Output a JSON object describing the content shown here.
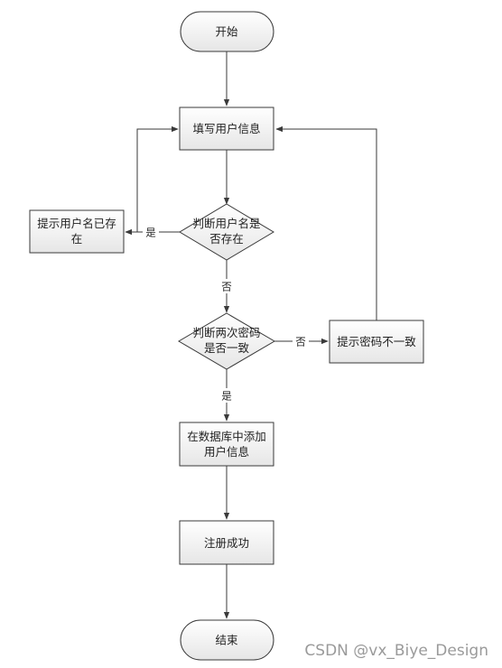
{
  "diagram": {
    "nodes": {
      "start": "开始",
      "fill_info": "填写用户信息",
      "check_name_1": "判断用户名是",
      "check_name_2": "否存在",
      "name_exists_1": "提示用户名已存",
      "name_exists_2": "在",
      "check_pwd_1": "判断两次密码",
      "check_pwd_2": "是否一致",
      "pwd_mismatch": "提示密码不一致",
      "add_db_1": "在数据库中添加",
      "add_db_2": "用户信息",
      "success": "注册成功",
      "end": "结束"
    },
    "edges": {
      "name_yes": "是",
      "name_no": "否",
      "pwd_no": "否",
      "pwd_yes": "是"
    }
  },
  "watermark": "CSDN @vx_Biye_Design",
  "colors": {
    "node_fill_top": "#ffffff",
    "node_fill_bottom": "#e9e9e9",
    "stroke": "#3a3a3a"
  }
}
